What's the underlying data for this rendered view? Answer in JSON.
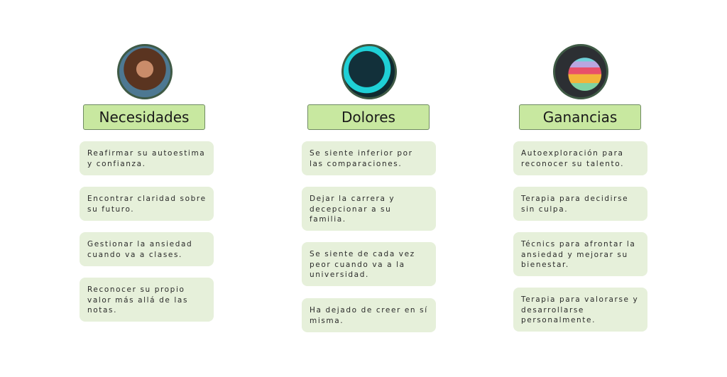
{
  "columns": [
    {
      "title": "Necesidades",
      "avatar": "woman-portrait-photo",
      "items": [
        "Reafirmar su autoestima y confianza.",
        "Encontrar claridad sobre su futuro.",
        "Gestionar la ansiedad cuando va a clases.",
        "Reconocer su propio valor más allá de las notas."
      ]
    },
    {
      "title": "Dolores",
      "avatar": "silhouette-photo",
      "items": [
        "Se siente inferior por las comparaciones.",
        "Dejar la carrera y decepcionar a su familia.",
        "Se siente de cada vez peor cuando va a la universidad.",
        "Ha dejado de creer en sí misma."
      ]
    },
    {
      "title": "Ganancias",
      "avatar": "rainbow-smiley-photo",
      "items": [
        "Autoexploración para reconocer su talento.",
        "Terapia para decidirse sin culpa.",
        "Técnics para afrontar la ansiedad y mejorar su bienestar.",
        "Terapia para valorarse y desarrollarse personalmente."
      ]
    }
  ]
}
